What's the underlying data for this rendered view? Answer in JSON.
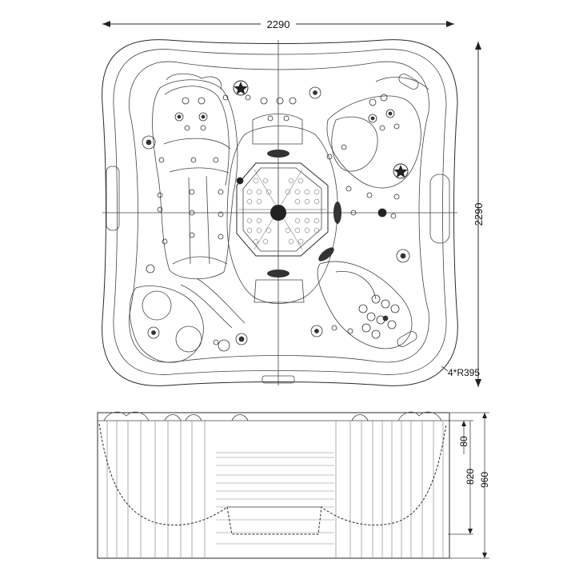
{
  "drawing": {
    "top_view": {
      "width_label": "2290",
      "height_label": "2290",
      "corner_label": "4*R395"
    },
    "side_view": {
      "dim_total": "960",
      "dim_inner": "820",
      "dim_top": "80"
    }
  }
}
